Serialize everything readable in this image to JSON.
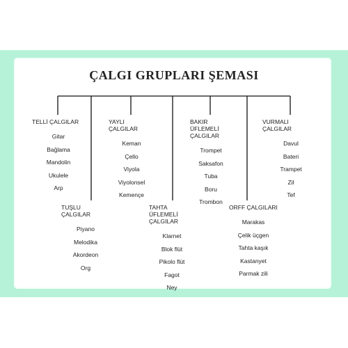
{
  "diagram": {
    "title": "ÇALGI GRUPLARI ŞEMASI",
    "groups": [
      {
        "title": "TELLİ ÇALGILAR",
        "items": [
          "Gitar",
          "Bağlama",
          "Mandolin",
          "Ukulele",
          "Arp"
        ]
      },
      {
        "title": "YAYLI ÇALGILAR",
        "items": [
          "Keman",
          "Çello",
          "Viyola",
          "Viyolonsel",
          "Kemençe"
        ]
      },
      {
        "title": "BAKIR ÜFLEMELİ\nÇALGILAR",
        "items": [
          "Trompet",
          "Saksafon",
          "Tuba",
          "Boru",
          "Trombon"
        ]
      },
      {
        "title": "VURMALI ÇALGILAR",
        "items": [
          "Davul",
          "Bateri",
          "Trampet",
          "Zil",
          "Tef"
        ]
      },
      {
        "title": "TUŞLU ÇALGILAR",
        "items": [
          "Piyano",
          "Melodika",
          "Akordeon",
          "Org"
        ]
      },
      {
        "title": "TAHTA ÜFLEMELİ\nÇALGILAR",
        "items": [
          "Klarnet",
          "Blok flüt",
          "Pikolo flüt",
          "Fagot",
          "Ney"
        ]
      },
      {
        "title": "ORFF ÇALGILARI",
        "items": [
          "Marakas",
          "Çelik üçgen",
          "Tahta kaşık",
          "Kastanyet",
          "Parmak zili"
        ]
      }
    ]
  }
}
